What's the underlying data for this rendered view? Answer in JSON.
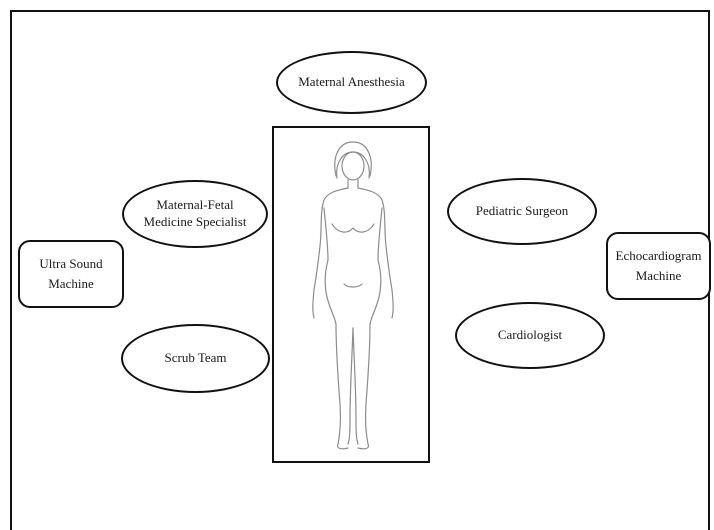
{
  "nodes": {
    "maternal_anesthesia": "Maternal Anesthesia",
    "mfm_specialist": "Maternal-Fetal\nMedicine Specialist",
    "ultrasound_machine": "Ultra Sound\nMachine",
    "scrub_team": "Scrub Team",
    "pediatric_surgeon": "Pediatric Surgeon",
    "echocardiogram_machine": "Echocardiogram\nMachine",
    "cardiologist": "Cardiologist"
  },
  "center": {
    "figure": "female-body-outline-icon"
  },
  "colors": {
    "stroke": "#111111",
    "figure_line": "#8c8c8c",
    "background": "#ffffff"
  }
}
